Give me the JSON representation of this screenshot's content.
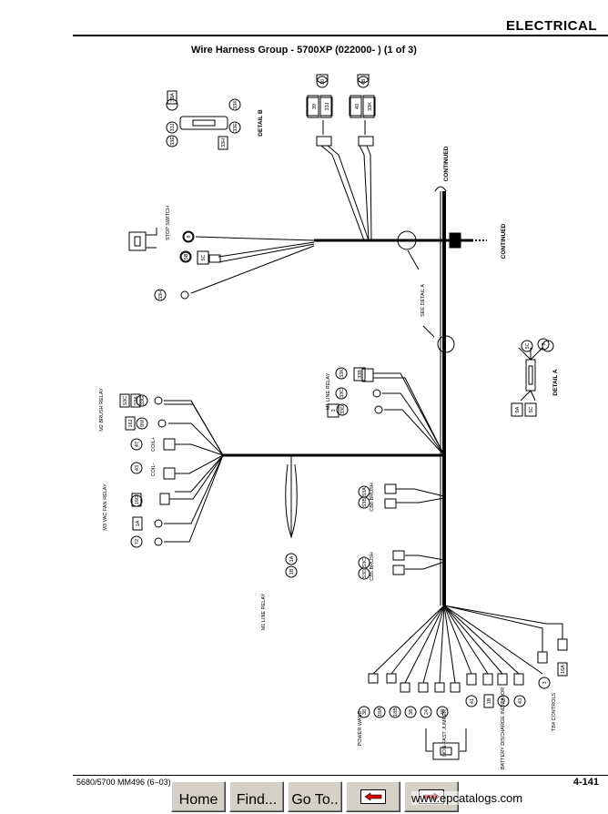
{
  "header": {
    "section": "ELECTRICAL"
  },
  "diagram": {
    "title": "Wire Harness Group - 5700XP (022000-          ) (1 of 3)",
    "labels": {
      "detail_b": "DETAIL B",
      "detail_a": "DETAIL A",
      "continued_top": "CONTINUED",
      "continued_right": "CONTINUED",
      "see_detail_a": "SEE DETAIL A",
      "stop_switch": "STOP SWITCH",
      "m1_line_relay": "M1 LINE RELAY",
      "m1_line_relay_lower": "M1 LINE RELAY",
      "m2_brush_relay": "M2 BRUSH RELAY",
      "m3_vac_fan_relay": "M3 VAC FAN RELAY",
      "coil_plus": "COIL+",
      "coil_minus": "COIL-",
      "cb6_brush": "CB6 BRUSH",
      "cb5_brush": "CB5 BRUSH",
      "power_wand": "POWER WAND",
      "non_fast_jumper": "NON-FAST JUMPER",
      "battery_indicator": "BATTERY DISCHARGE INDICATOR",
      "tb4_controls": "TB4 CONTROLS"
    },
    "tags": {
      "top_left_a": "39",
      "top_left_b": "33J",
      "top_right_a": "40",
      "top_right_b": "33K",
      "conn_top_left": "10",
      "conn_top_right": "4B",
      "db_1": "33A",
      "db_2": "33J",
      "db_3": "33E",
      "db_4": "33K",
      "db_5": "33E",
      "db_6": "33H",
      "stop_1": "8",
      "stop_2": "5B",
      "stop_3": "5C",
      "stop_4": "33H",
      "ml_1": "33B",
      "ml_2": "33C",
      "ml_3": "33D",
      "ml_4": "3",
      "ml_5": "33K",
      "m2_1": "53C",
      "m2_2": "53A",
      "m2_3": "33G",
      "m2_4": "16J",
      "m2_5": "9M",
      "m2_6": "47",
      "m2_7": "43",
      "m3_1": "16G",
      "m3_2": "39",
      "m3_3": "1A",
      "m3_4": "72",
      "da_1": "5C",
      "da_2": "9",
      "da_3": "37",
      "da_4": "9A",
      "da_5": "5C",
      "cb6_1": "53A",
      "cb6_2": "53B",
      "cb5_1": "53C",
      "cb5_2": "53D",
      "lower_1": "1A",
      "lower_2": "1B",
      "b_1": "38",
      "b_2": "18A",
      "b_3": "18B",
      "b_4": "38",
      "b_5": "24",
      "b_6": "48",
      "b_7": "41",
      "b_8": "1B",
      "b_9": "42",
      "b_10": "43",
      "b_11": "44",
      "b_12": "3",
      "b_13": "16A"
    }
  },
  "footer": {
    "doc_id": "5680/5700 MM496 (6–03)",
    "page": "4-141"
  },
  "nav": {
    "home": "Home",
    "find": "Find...",
    "goto": "Go To..",
    "back_icon": "red-arrow-left",
    "fwd_icon": "red-arrow-right"
  },
  "watermark": "www.epcatalogs.com"
}
